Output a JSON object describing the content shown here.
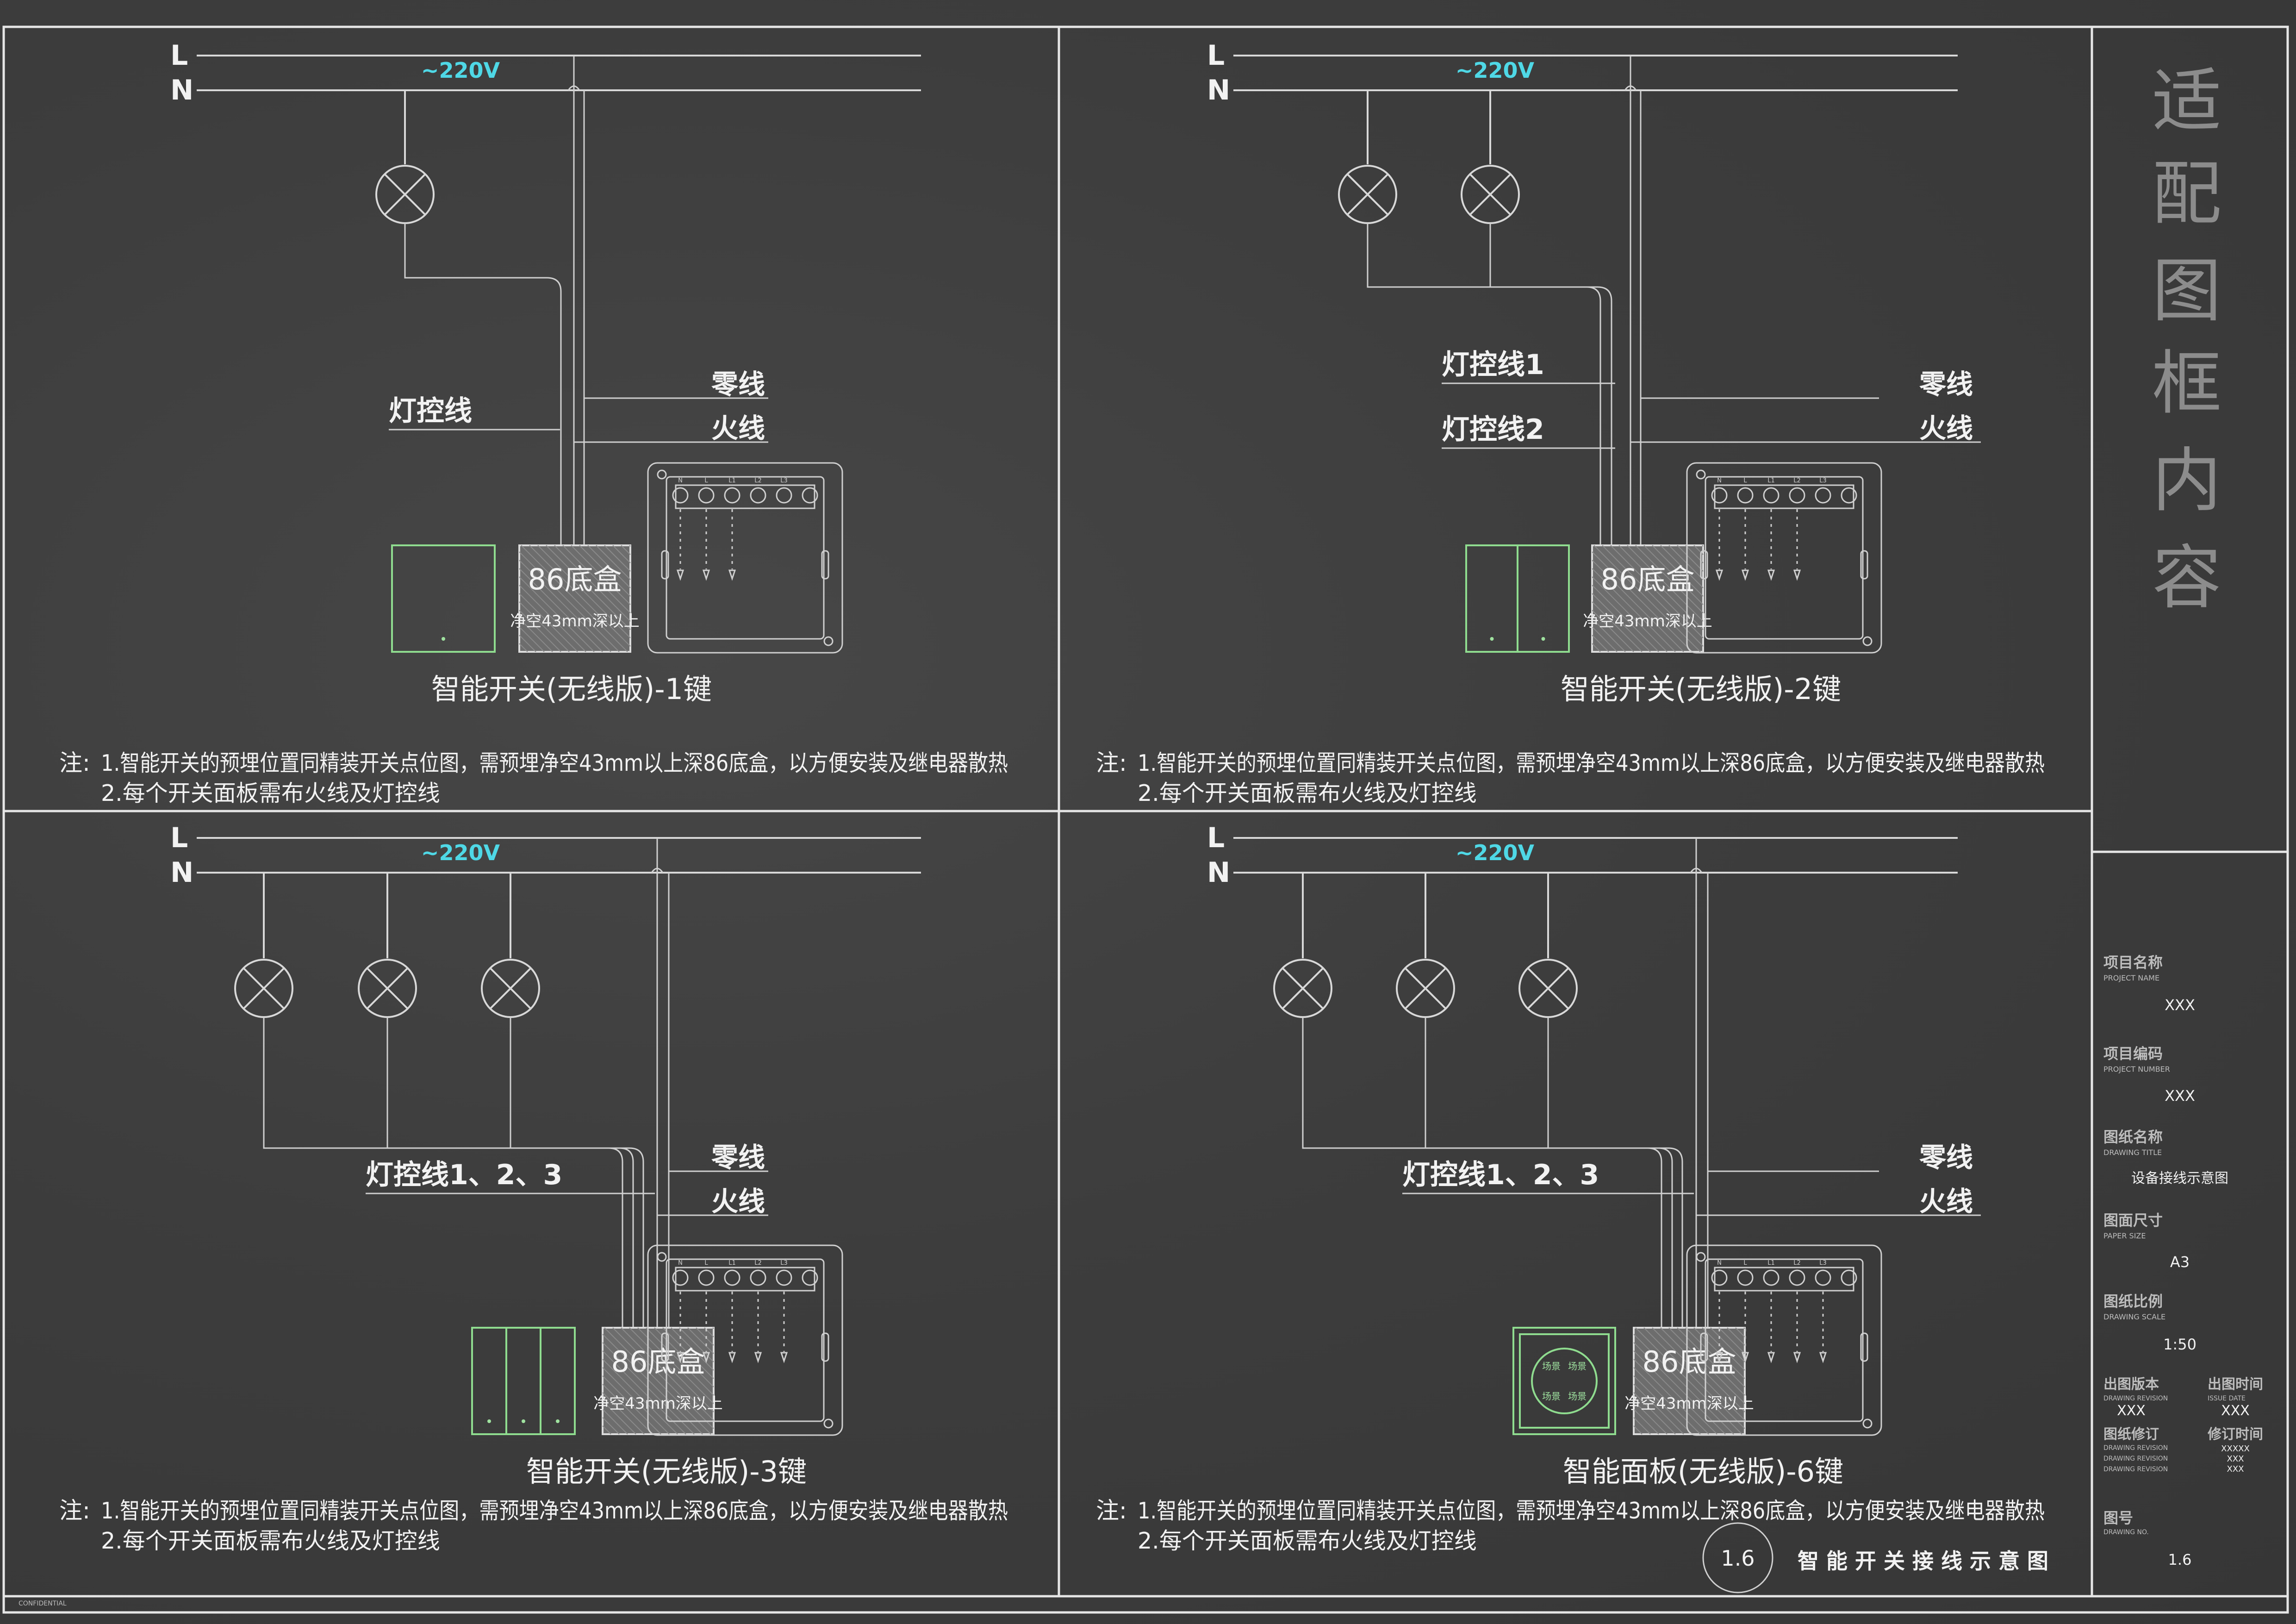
{
  "colors": {
    "background": "#3d3d3d",
    "line": "#d8d8d8",
    "voltage": "#4fd8e6",
    "switch": "#8fdc8f"
  },
  "labels": {
    "L": "L",
    "N": "N",
    "voltage": "~220V",
    "neutral": "零线",
    "live": "火线",
    "box": "86底盒",
    "box_sub": "净空43mm深以上"
  },
  "panels": [
    {
      "ctrl": [
        "灯控线"
      ],
      "title": "智能开关(无线版)-1键"
    },
    {
      "ctrl": [
        "灯控线1",
        "灯控线2"
      ],
      "title": "智能开关(无线版)-2键"
    },
    {
      "ctrl": [
        "灯控线1、2、3"
      ],
      "title": "智能开关(无线版)-3键"
    },
    {
      "ctrl": [
        "灯控线1、2、3"
      ],
      "title": "智能面板(无线版)-6键"
    }
  ],
  "note": {
    "prefix": "注:",
    "line1": "1.智能开关的预埋位置同精装开关点位图，需预埋净空43mm以上深86底盒，以方便安装及继电器散热",
    "line2": "2.每个开关面板需布火线及灯控线"
  },
  "terminal_labels": [
    "N",
    "L",
    "L1",
    "L2",
    "L3"
  ],
  "six_key_panel_text": [
    "场景",
    "场景",
    "场景",
    "场景"
  ],
  "title_block": {
    "headline": [
      "适",
      "配",
      "图",
      "框",
      "内",
      "容"
    ],
    "fields": [
      {
        "cn": "项目名称",
        "en": "PROJECT NAME",
        "value": "XXX"
      },
      {
        "cn": "项目编码",
        "en": "PROJECT NUMBER",
        "value": "XXX"
      },
      {
        "cn": "图纸名称",
        "en": "DRAWING TITLE",
        "value": "设备接线示意图"
      },
      {
        "cn": "图面尺寸",
        "en": "PAPER SIZE",
        "value": "A3"
      },
      {
        "cn": "图纸比例",
        "en": "DRAWING SCALE",
        "value": "1:50"
      }
    ],
    "version": {
      "cn": "出图版本",
      "en": "DRAWING REVISION",
      "value": "XXX"
    },
    "date": {
      "cn": "出图时间",
      "en": "ISSUE DATE",
      "value": "XXX"
    },
    "revise": {
      "cn": "图纸修订",
      "en": "DRAWING REVISION",
      "lines": [
        "DRAWING REVISION",
        "DRAWING REVISION"
      ]
    },
    "revise_time": {
      "cn": "修订时间",
      "values": [
        "XXXXX",
        "XXX",
        "XXX"
      ]
    },
    "number": {
      "cn": "图号",
      "en": "DRAWING NO.",
      "value": "1.6"
    }
  },
  "drawing": {
    "number": "1.6",
    "title": "智 能 开 关 接 线 示 意 图"
  },
  "footer": "CONFIDENTIAL"
}
